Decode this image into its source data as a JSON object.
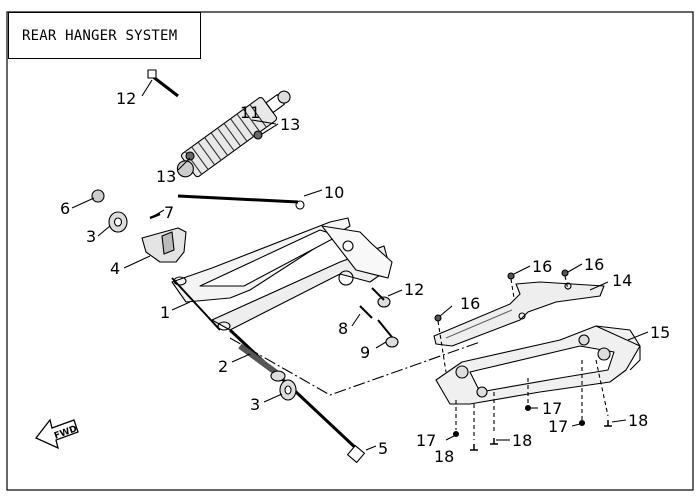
{
  "title": "REAR HANGER SYSTEM",
  "direction_icon": {
    "name": "fwd-arrow-icon",
    "label": "FWD"
  },
  "callouts": [
    {
      "id": "c1",
      "label": "1"
    },
    {
      "id": "c2",
      "label": "2"
    },
    {
      "id": "c3a",
      "label": "3"
    },
    {
      "id": "c3b",
      "label": "3"
    },
    {
      "id": "c4",
      "label": "4"
    },
    {
      "id": "c5",
      "label": "5"
    },
    {
      "id": "c6",
      "label": "6"
    },
    {
      "id": "c7",
      "label": "7"
    },
    {
      "id": "c8",
      "label": "8"
    },
    {
      "id": "c9",
      "label": "9"
    },
    {
      "id": "c10",
      "label": "10"
    },
    {
      "id": "c11",
      "label": "11"
    },
    {
      "id": "c12a",
      "label": "12"
    },
    {
      "id": "c12b",
      "label": "12"
    },
    {
      "id": "c13a",
      "label": "13"
    },
    {
      "id": "c13b",
      "label": "13"
    },
    {
      "id": "c14",
      "label": "14"
    },
    {
      "id": "c15",
      "label": "15"
    },
    {
      "id": "c16a",
      "label": "16"
    },
    {
      "id": "c16b",
      "label": "16"
    },
    {
      "id": "c16c",
      "label": "16"
    },
    {
      "id": "c17a",
      "label": "17"
    },
    {
      "id": "c17b",
      "label": "17"
    },
    {
      "id": "c17c",
      "label": "17"
    },
    {
      "id": "c18a",
      "label": "18"
    },
    {
      "id": "c18b",
      "label": "18"
    },
    {
      "id": "c18c",
      "label": "18"
    }
  ]
}
